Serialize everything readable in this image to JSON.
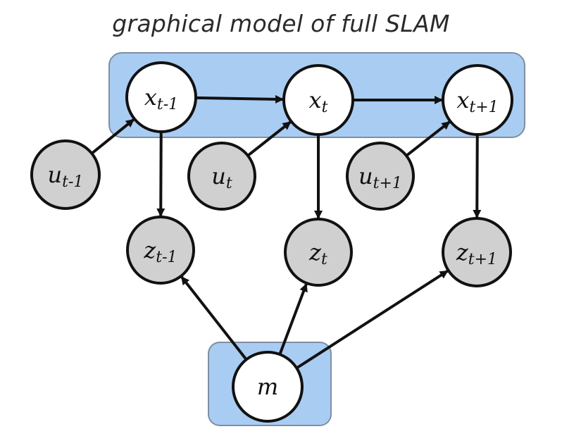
{
  "title": "graphical model of full SLAM",
  "nodes": {
    "x_prev": {
      "base": "x",
      "sub": "t-1",
      "type": "state"
    },
    "x_cur": {
      "base": "x",
      "sub": "t",
      "type": "state"
    },
    "x_next": {
      "base": "x",
      "sub": "t+1",
      "type": "state"
    },
    "u_prev": {
      "base": "u",
      "sub": "t-1",
      "type": "control"
    },
    "u_cur": {
      "base": "u",
      "sub": "t",
      "type": "control"
    },
    "u_next": {
      "base": "u",
      "sub": "t+1",
      "type": "control"
    },
    "z_prev": {
      "base": "z",
      "sub": "t-1",
      "type": "observation"
    },
    "z_cur": {
      "base": "z",
      "sub": "t",
      "type": "observation"
    },
    "z_next": {
      "base": "z",
      "sub": "t+1",
      "type": "observation"
    },
    "m": {
      "base": "m",
      "sub": "",
      "type": "map"
    }
  },
  "edges": [
    {
      "from": "x_prev",
      "to": "x_cur"
    },
    {
      "from": "x_cur",
      "to": "x_next"
    },
    {
      "from": "u_prev",
      "to": "x_prev"
    },
    {
      "from": "u_cur",
      "to": "x_cur"
    },
    {
      "from": "u_next",
      "to": "x_next"
    },
    {
      "from": "x_prev",
      "to": "z_prev"
    },
    {
      "from": "x_cur",
      "to": "z_cur"
    },
    {
      "from": "x_next",
      "to": "z_next"
    },
    {
      "from": "m",
      "to": "z_prev"
    },
    {
      "from": "m",
      "to": "z_cur"
    },
    {
      "from": "m",
      "to": "z_next"
    }
  ],
  "colors": {
    "highlight_fill": "#a9ccf2",
    "highlight_stroke": "#7f8ea3",
    "latent_fill": "#ffffff",
    "observed_fill": "#d0d0d0",
    "stroke": "#111111"
  }
}
